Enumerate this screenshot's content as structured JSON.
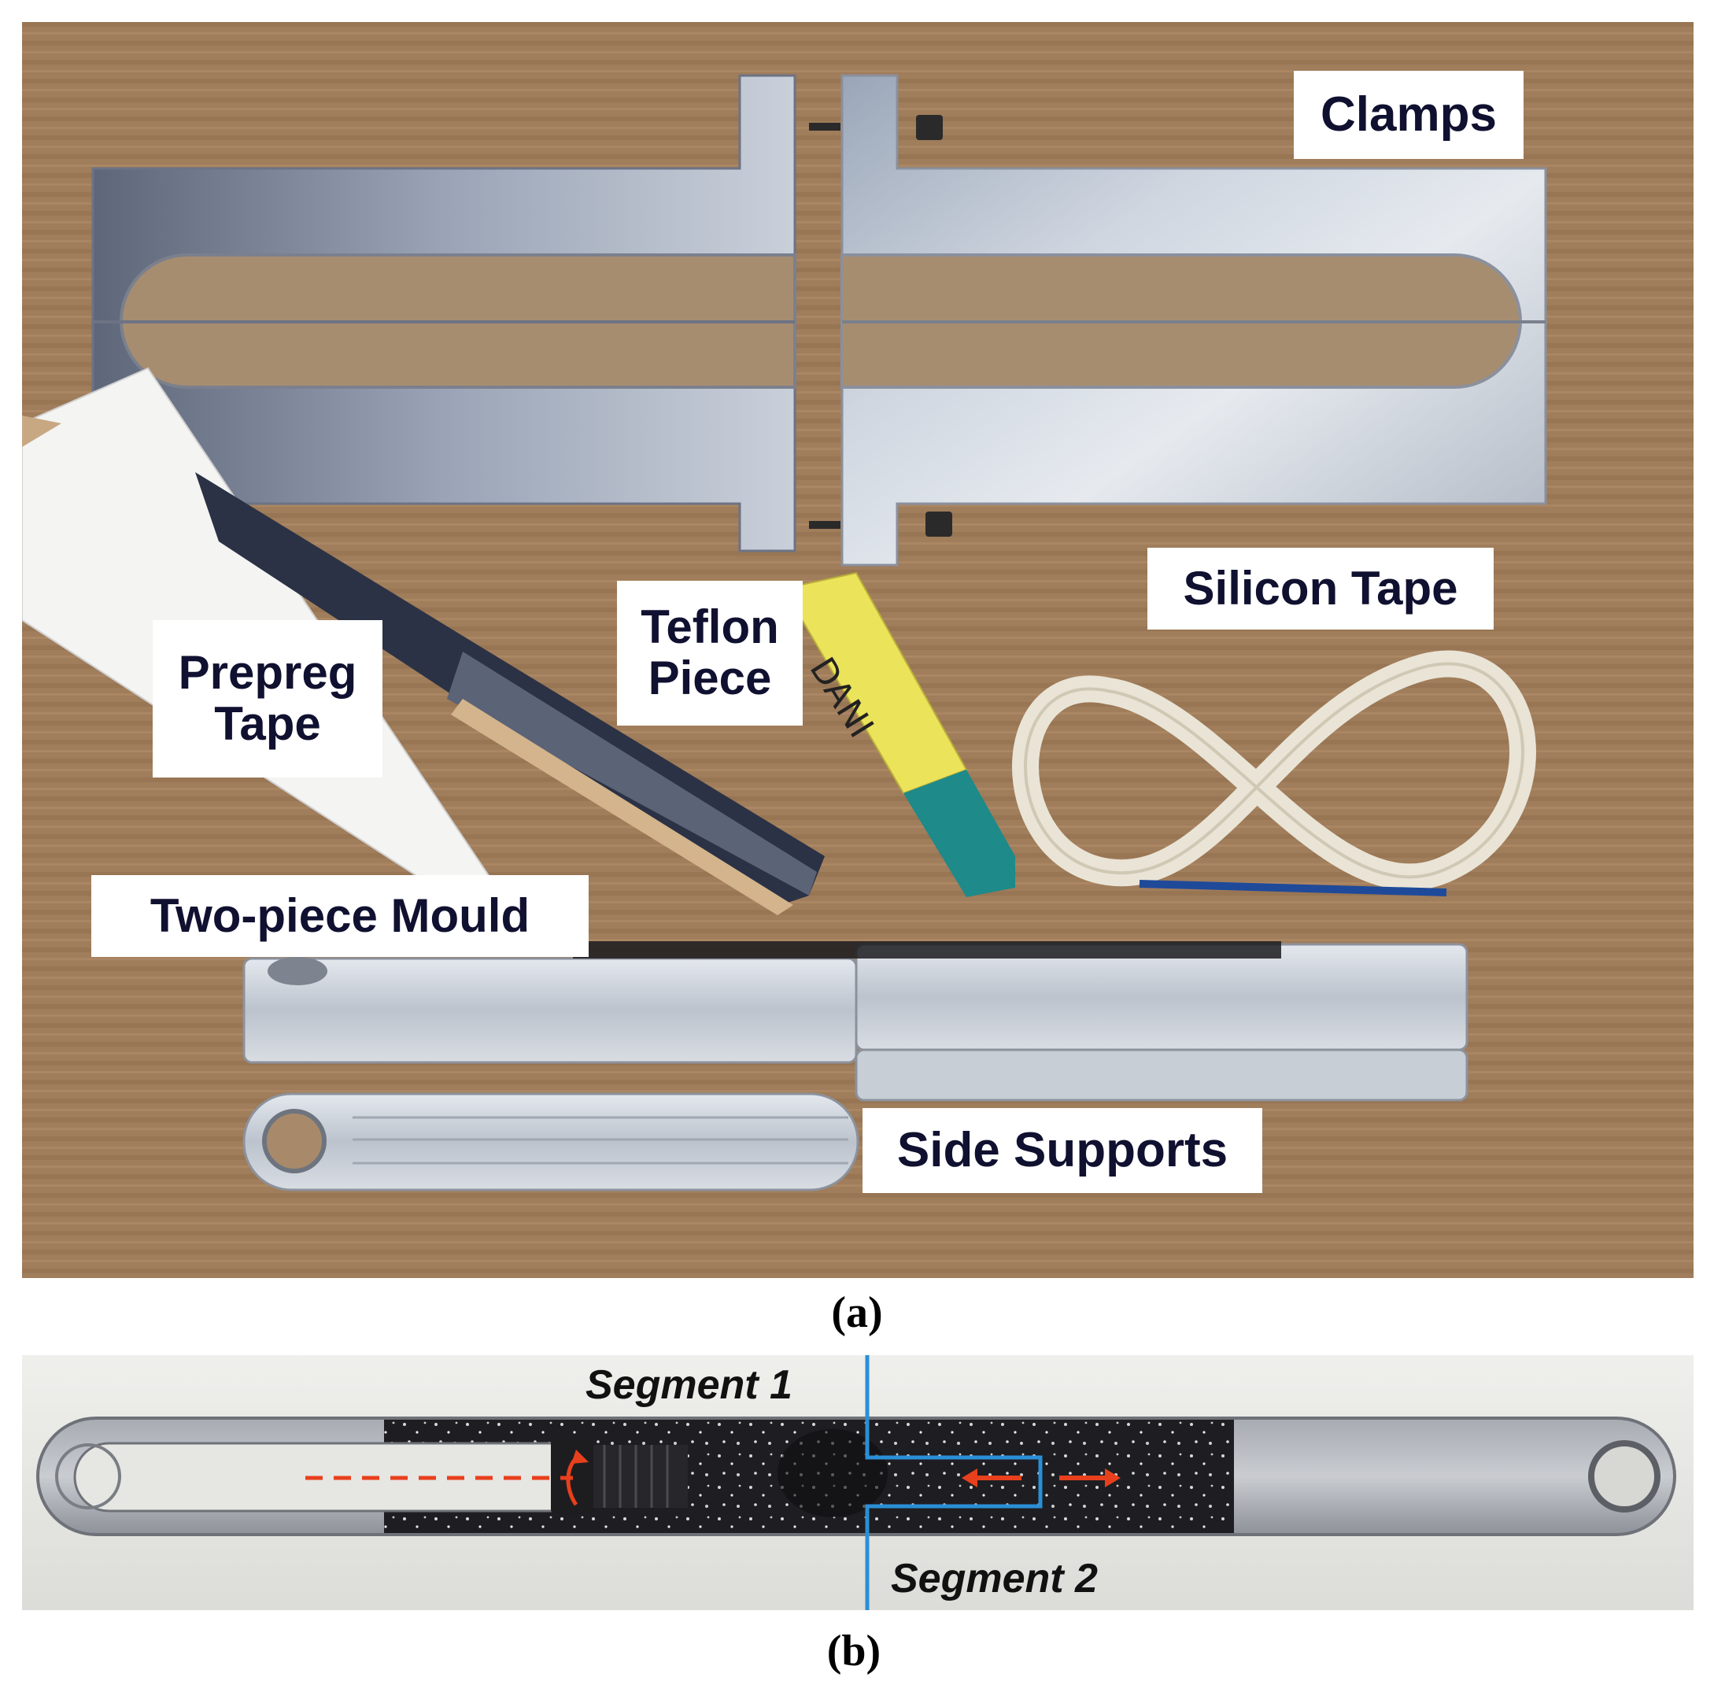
{
  "panel_a": {
    "caption": "(a)",
    "labels": {
      "clamps": "Clamps",
      "silicon_tape": "Silicon Tape",
      "teflon_piece_line1": "Teflon",
      "teflon_piece_line2": "Piece",
      "prepreg_tape_line1": "Prepreg",
      "prepreg_tape_line2": "Tape",
      "two_piece_mould": "Two-piece Mould",
      "side_supports": "Side Supports"
    },
    "handwriting": "DANI"
  },
  "panel_b": {
    "caption": "(b)",
    "segment_1": "Segment 1",
    "segment_2": "Segment 2",
    "colors": {
      "divider": "#2a8fd6",
      "arrows": "#e8401c"
    }
  }
}
